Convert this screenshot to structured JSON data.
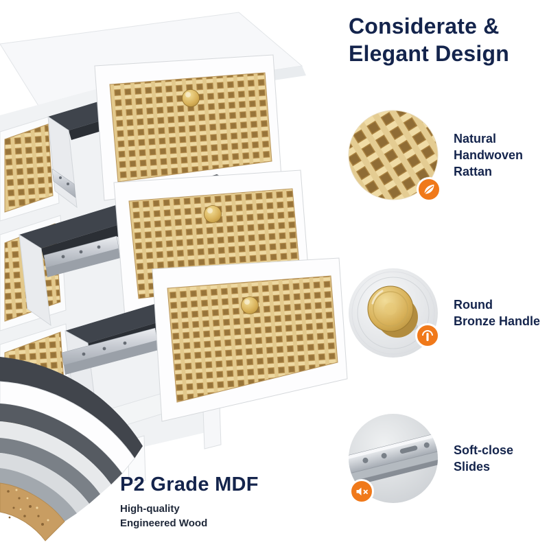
{
  "title": {
    "line1": "Considerate &",
    "line2": "Elegant Design"
  },
  "features": [
    {
      "lines": [
        "Natural",
        "Handwoven",
        "Rattan"
      ],
      "icon": "leaf-icon"
    },
    {
      "lines": [
        "Round",
        "Bronze Handle"
      ],
      "icon": "touch-gesture-icon"
    },
    {
      "lines": [
        "Soft-close",
        "Slides"
      ],
      "icon": "speaker-mute-icon"
    }
  ],
  "material": {
    "title": "P2 Grade MDF",
    "subtitle_line1": "High-quality",
    "subtitle_line2": "Engineered Wood"
  },
  "colors": {
    "accent": "#F0791A",
    "navy": "#14244C"
  }
}
